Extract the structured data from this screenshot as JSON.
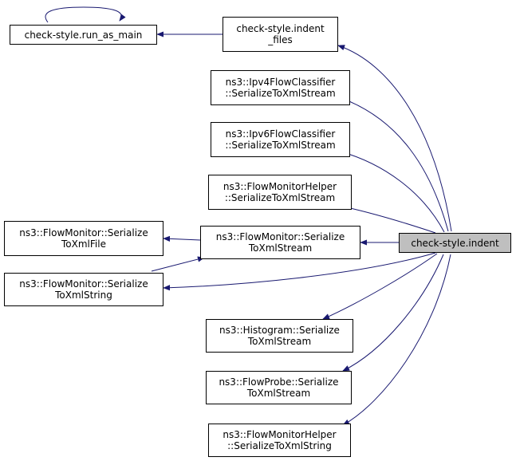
{
  "nodes": {
    "indent": {
      "lines": [
        "check-style.indent"
      ]
    },
    "indent_files": {
      "lines": [
        "check-style.indent",
        "_files"
      ]
    },
    "run_as_main": {
      "lines": [
        "check-style.run_as_main"
      ]
    },
    "ipv4": {
      "lines": [
        "ns3::Ipv4FlowClassifier",
        "::SerializeToXmlStream"
      ]
    },
    "ipv6": {
      "lines": [
        "ns3::Ipv6FlowClassifier",
        "::SerializeToXmlStream"
      ]
    },
    "fmh_stream": {
      "lines": [
        "ns3::FlowMonitorHelper",
        "::SerializeToXmlStream"
      ]
    },
    "fm_stream": {
      "lines": [
        "ns3::FlowMonitor::Serialize",
        "ToXmlStream"
      ]
    },
    "fm_file": {
      "lines": [
        "ns3::FlowMonitor::Serialize",
        "ToXmlFile"
      ]
    },
    "fm_string": {
      "lines": [
        "ns3::FlowMonitor::Serialize",
        "ToXmlString"
      ]
    },
    "histogram": {
      "lines": [
        "ns3::Histogram::Serialize",
        "ToXmlStream"
      ]
    },
    "flowprobe": {
      "lines": [
        "ns3::FlowProbe::Serialize",
        "ToXmlStream"
      ]
    },
    "fmh_string": {
      "lines": [
        "ns3::FlowMonitorHelper",
        "::SerializeToXmlString"
      ]
    }
  },
  "colors": {
    "edge": "#191970",
    "focus_fill": "#bfbfbf",
    "border": "#000000"
  }
}
